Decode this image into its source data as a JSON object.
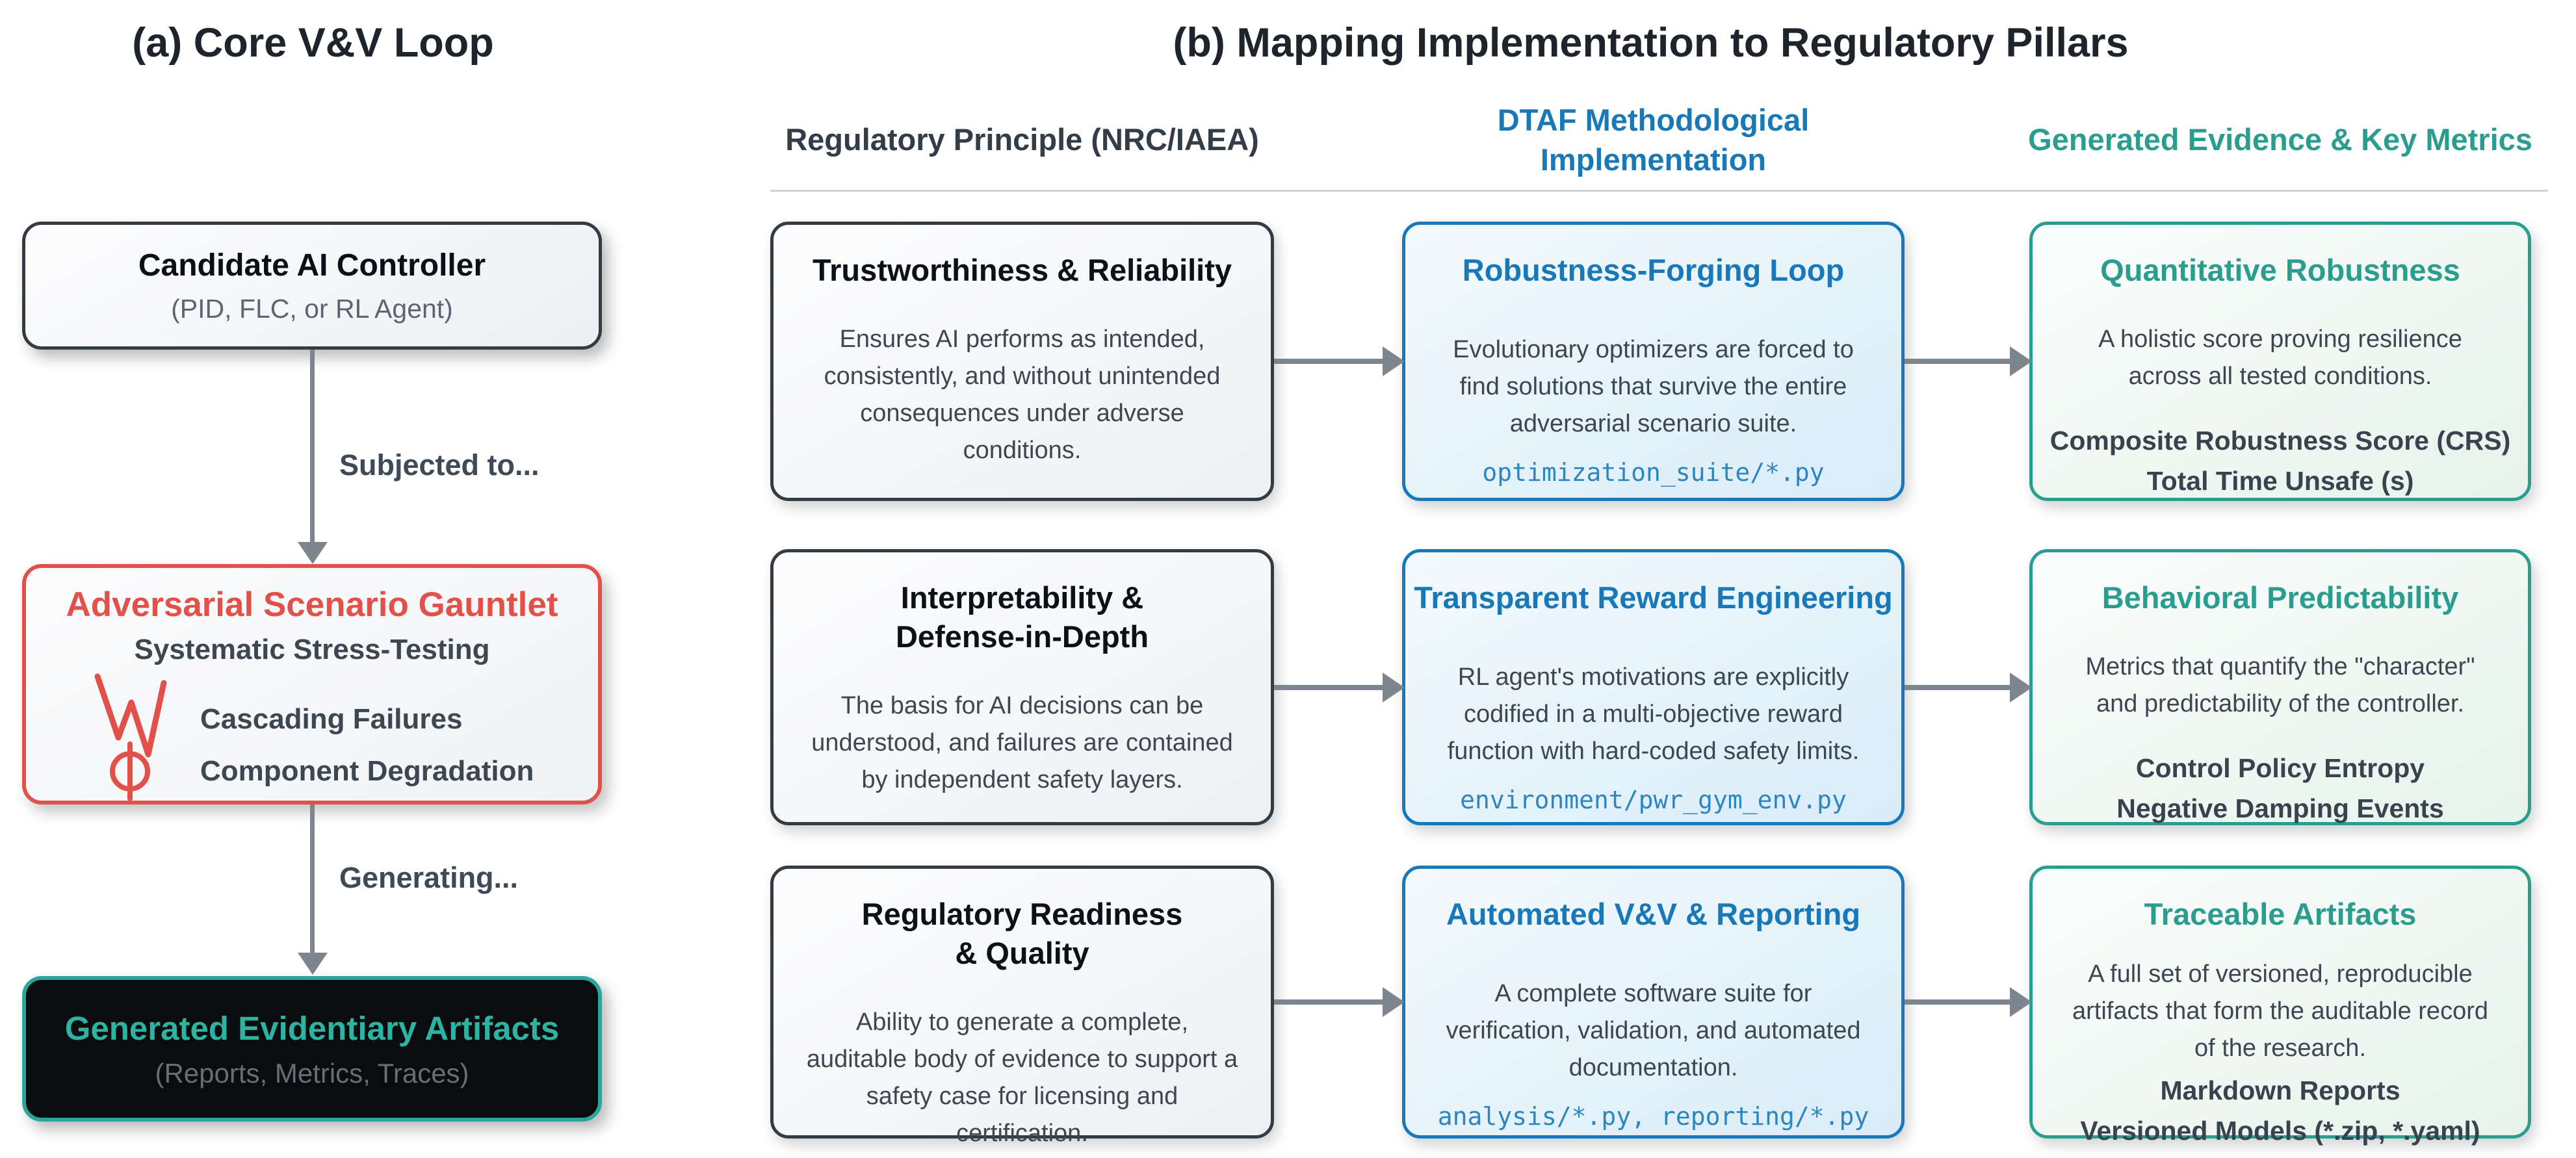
{
  "colors": {
    "accent_red": "#e2504a",
    "accent_blue": "#1878b8",
    "accent_teal": "#2a9d8f",
    "code_blue": "#2e86c1",
    "body_text": "#3d4752",
    "arrow_gray": "#7d868f"
  },
  "panel_a": {
    "title": "(a) Core V&V Loop",
    "candidate_box": {
      "title": "Candidate AI Controller",
      "subtitle": "(PID, FLC, or RL Agent)"
    },
    "arrow_1_label": "Subjected to...",
    "gauntlet_box": {
      "title": "Adversarial Scenario Gauntlet",
      "subtitle": "Systematic Stress-Testing",
      "items": [
        {
          "icon": "cascading-failures-waveform-icon",
          "label": "Cascading Failures"
        },
        {
          "icon": "component-degradation-icon",
          "label": "Component Degradation"
        }
      ]
    },
    "arrow_2_label": "Generating...",
    "artifacts_box": {
      "title": "Generated Evidentiary Artifacts",
      "subtitle": "(Reports, Metrics, Traces)"
    }
  },
  "panel_b": {
    "title": "(b) Mapping Implementation to Regulatory Pillars",
    "column_headers": [
      {
        "label": "Regulatory Principle (NRC/IAEA)"
      },
      {
        "label": "DTAF Methodological Implementation"
      },
      {
        "label": "Generated Evidence & Key Metrics"
      }
    ],
    "rows": [
      {
        "principle": {
          "title": "Trustworthiness & Reliability",
          "body": "Ensures AI performs as intended, consistently, and without unintended consequences under adverse conditions."
        },
        "implementation": {
          "title": "Robustness-Forging Loop",
          "body": "Evolutionary optimizers are forced to find solutions that survive the entire adversarial scenario suite.",
          "code": "optimization_suite/*.py"
        },
        "evidence": {
          "title": "Quantitative Robustness",
          "body": "A holistic score proving resilience across all tested conditions.",
          "metrics": [
            "Composite Robustness Score (CRS)",
            "Total Time Unsafe (s)"
          ]
        }
      },
      {
        "principle": {
          "title": "Interpretability & Defense-in-Depth",
          "body": "The basis for AI decisions can be understood, and failures are contained by independent safety layers."
        },
        "implementation": {
          "title": "Transparent Reward Engineering",
          "body": "RL agent's motivations are explicitly codified in a multi-objective reward function with hard-coded safety limits.",
          "code": "environment/pwr_gym_env.py"
        },
        "evidence": {
          "title": "Behavioral Predictability",
          "body": "Metrics that quantify the \"character\" and predictability of the controller.",
          "metrics": [
            "Control Policy Entropy",
            "Negative Damping Events"
          ]
        }
      },
      {
        "principle": {
          "title": "Regulatory Readiness & Quality",
          "body": "Ability to generate a complete, auditable body of evidence to support a safety case for licensing and certification."
        },
        "implementation": {
          "title": "Automated V&V & Reporting",
          "body": "A complete software suite for verification, validation, and automated documentation.",
          "code": "analysis/*.py, reporting/*.py"
        },
        "evidence": {
          "title": "Traceable Artifacts",
          "body": "A full set of versioned, reproducible artifacts that form the auditable record of the research.",
          "metrics": [
            "Markdown Reports",
            "Versioned Models (*.zip, *.yaml)"
          ]
        }
      }
    ]
  }
}
